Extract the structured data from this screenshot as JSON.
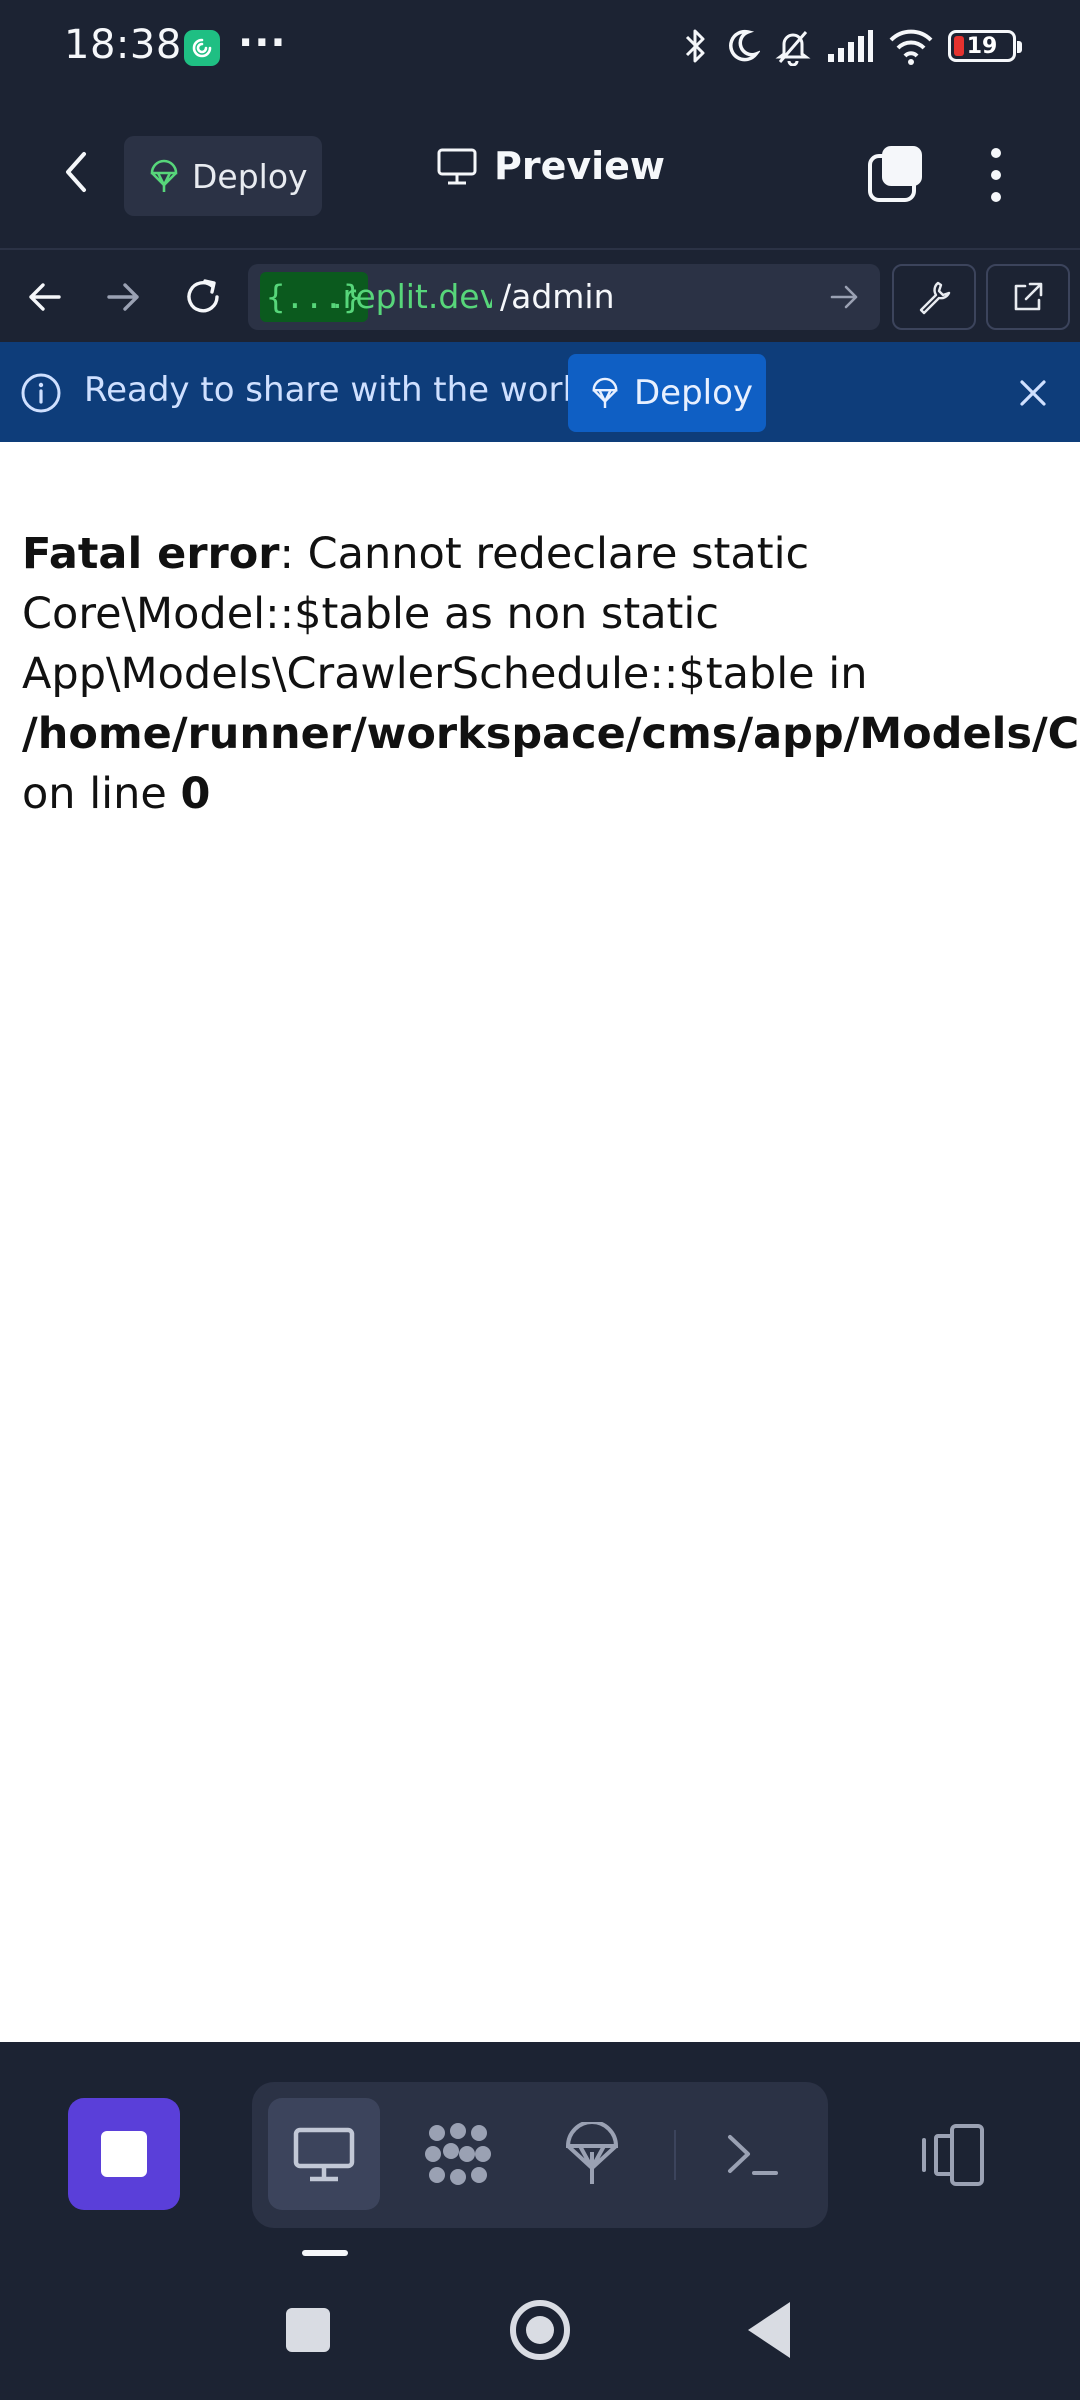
{
  "status_bar": {
    "time": "18:38",
    "overflow": "···",
    "battery_level": "19",
    "icons": [
      "replit-app-icon",
      "bluetooth-icon",
      "moon-icon",
      "bell-off-icon",
      "signal-icon",
      "wifi-icon",
      "battery-icon"
    ]
  },
  "header": {
    "deploy_label": "Deploy",
    "title": "Preview"
  },
  "browser": {
    "url_env": "{...}",
    "url_domain": ".replit.dev",
    "url_path": "/admin"
  },
  "banner": {
    "message": "Ready to share with the world?",
    "button_label": "Deploy"
  },
  "error": {
    "label": "Fatal error",
    "message_part1": ": Cannot redeclare static",
    "message_line2": "Core\\Model::$table as non static",
    "message_line3": "App\\Models\\CrawlerSchedule::$table in",
    "path": "/home/runner/workspace/cms/app/Models/CrawlerSchedule.php",
    "on_line_label": "on line ",
    "line_number": "0"
  },
  "colors": {
    "app_bg": "#1c2333",
    "banner_bg": "#0e3d7a",
    "stop_button": "#5a3fd9",
    "url_green": "#57d67a"
  }
}
